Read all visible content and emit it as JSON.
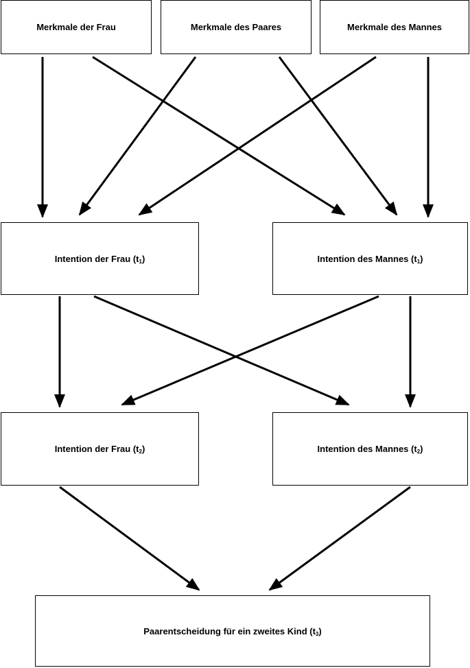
{
  "nodes": {
    "merkmale_frau": {
      "label": "Merkmale der Frau"
    },
    "merkmale_paar": {
      "line1": "Merkmale",
      "line2": "des Paares"
    },
    "merkmale_mann": {
      "label": "Merkmale des Mannes"
    },
    "intention_frau_t1": {
      "label": "Intention der Frau  (t",
      "sub": "1",
      "close": ")"
    },
    "intention_mann_t1": {
      "label": "Intention des Mannes (t",
      "sub": "1",
      "close": ")"
    },
    "intention_frau_t2": {
      "label": "Intention der Frau  (t",
      "sub": "2",
      "close": ")"
    },
    "intention_mann_t2": {
      "label": "Intention des Mannes (t",
      "sub": "2",
      "close": ")"
    },
    "paarentscheidung": {
      "label": "Paarentscheidung für ein zweites Kind (t",
      "sub": "3",
      "close": ")"
    }
  },
  "edges": [
    {
      "from": "merkmale_frau",
      "to": "intention_frau_t1"
    },
    {
      "from": "merkmale_frau",
      "to": "intention_mann_t1"
    },
    {
      "from": "merkmale_paar",
      "to": "intention_frau_t1"
    },
    {
      "from": "merkmale_paar",
      "to": "intention_mann_t1"
    },
    {
      "from": "merkmale_mann",
      "to": "intention_frau_t1"
    },
    {
      "from": "merkmale_mann",
      "to": "intention_mann_t1"
    },
    {
      "from": "intention_frau_t1",
      "to": "intention_frau_t2"
    },
    {
      "from": "intention_frau_t1",
      "to": "intention_mann_t2"
    },
    {
      "from": "intention_mann_t1",
      "to": "intention_frau_t2"
    },
    {
      "from": "intention_mann_t1",
      "to": "intention_mann_t2"
    },
    {
      "from": "intention_frau_t2",
      "to": "paarentscheidung"
    },
    {
      "from": "intention_mann_t2",
      "to": "paarentscheidung"
    }
  ]
}
